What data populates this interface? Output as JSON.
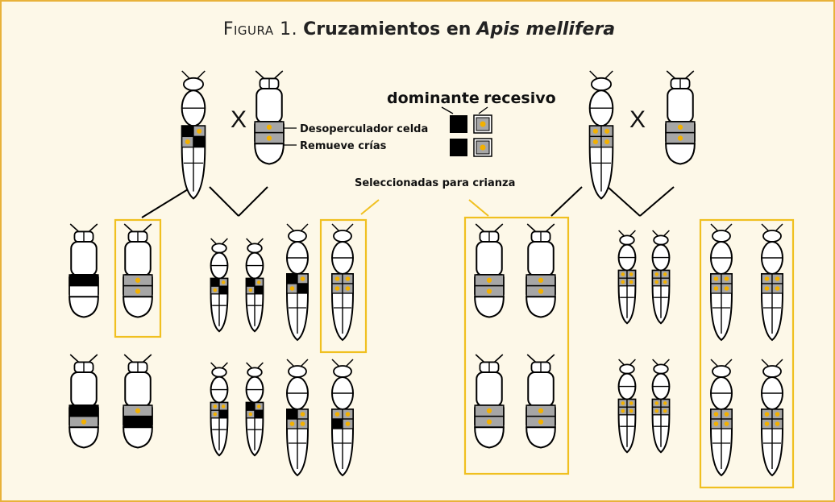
{
  "figure": {
    "label": "Figura 1.",
    "title_main": "Cruzamientos en",
    "title_species": "Apis mellifera"
  },
  "legend": {
    "dominant": "dominante",
    "recessive": "recesivo"
  },
  "traits": {
    "uncap": "Desoperculador celda",
    "remove": "Remueve crías"
  },
  "cross_symbol": "X",
  "selected_label": "Seleccionadas para crianza",
  "colors": {
    "frame_border": "#e8b23a",
    "frame_bg": "#fdf8e8",
    "dominant": "#000000",
    "recessive": "#a6a6a6",
    "dot": "#f2b000",
    "selection_box": "#f0c020"
  }
}
